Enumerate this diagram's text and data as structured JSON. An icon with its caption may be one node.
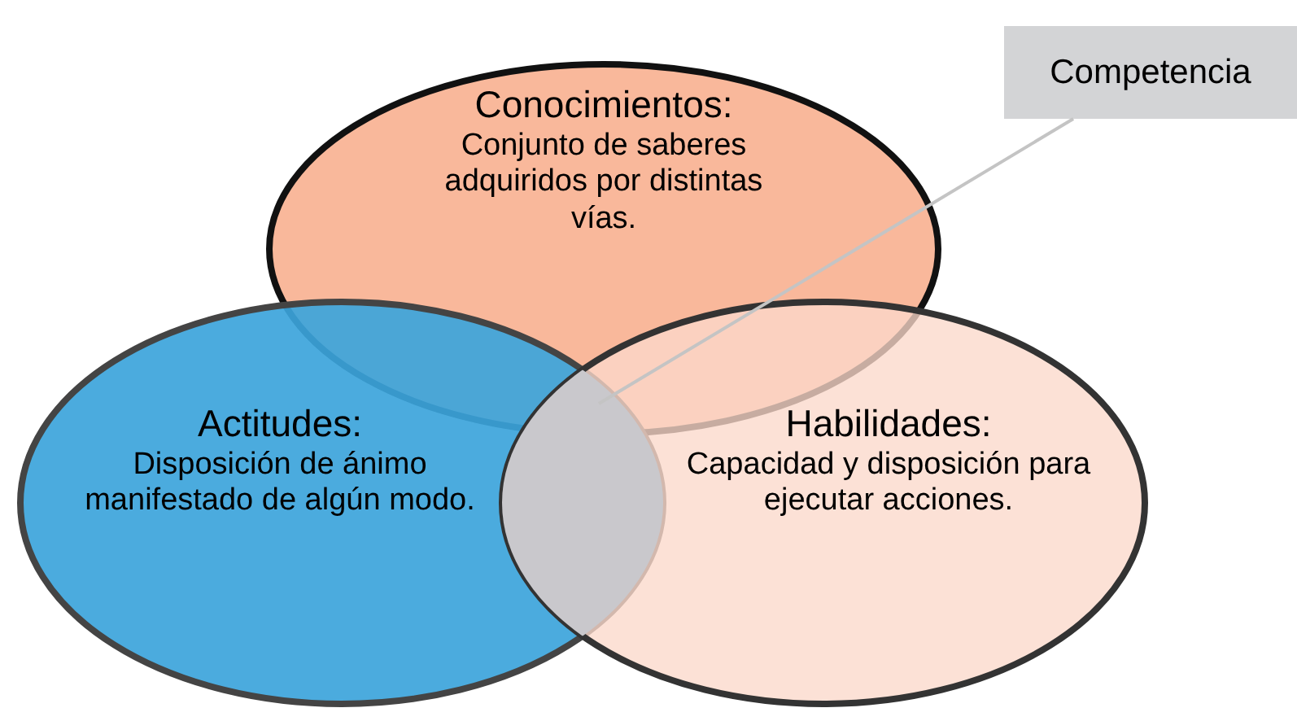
{
  "diagram": {
    "nodes": [
      {
        "text": [
          "Conocimientos:",
          "Conjunto de saberes adquiridos por distintas vías."
        ]
      },
      {
        "text": [
          "Actitudes:",
          "Disposición de ánimo manifestado de algún modo."
        ]
      },
      {
        "text": [
          "Habilidades:",
          "Capacidad y disposición para ejecutar acciones."
        ]
      },
      {
        "text": [
          "Competencia"
        ]
      },
      {
        "text": [],
        "shape": "lens"
      }
    ],
    "edges": [
      {
        "from": 3,
        "to": 4,
        "arrow": "none"
      }
    ]
  }
}
